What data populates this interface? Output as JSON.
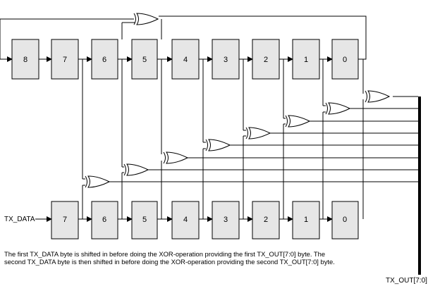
{
  "top_register": {
    "cells": [
      "8",
      "7",
      "6",
      "5",
      "4",
      "3",
      "2",
      "1",
      "0"
    ]
  },
  "bottom_register": {
    "cells": [
      "7",
      "6",
      "5",
      "4",
      "3",
      "2",
      "1",
      "0"
    ]
  },
  "labels": {
    "input": "TX_DATA",
    "output": "TX_OUT[7:0]"
  },
  "caption": {
    "line1": "The first TX_DATA byte is shifted in before doing the XOR-operation providing the first TX_OUT[7:0] byte. The",
    "line2": "second TX_DATA byte is then shifted in before doing the XOR-operation providing  the second TX_OUT[7:0] byte."
  }
}
